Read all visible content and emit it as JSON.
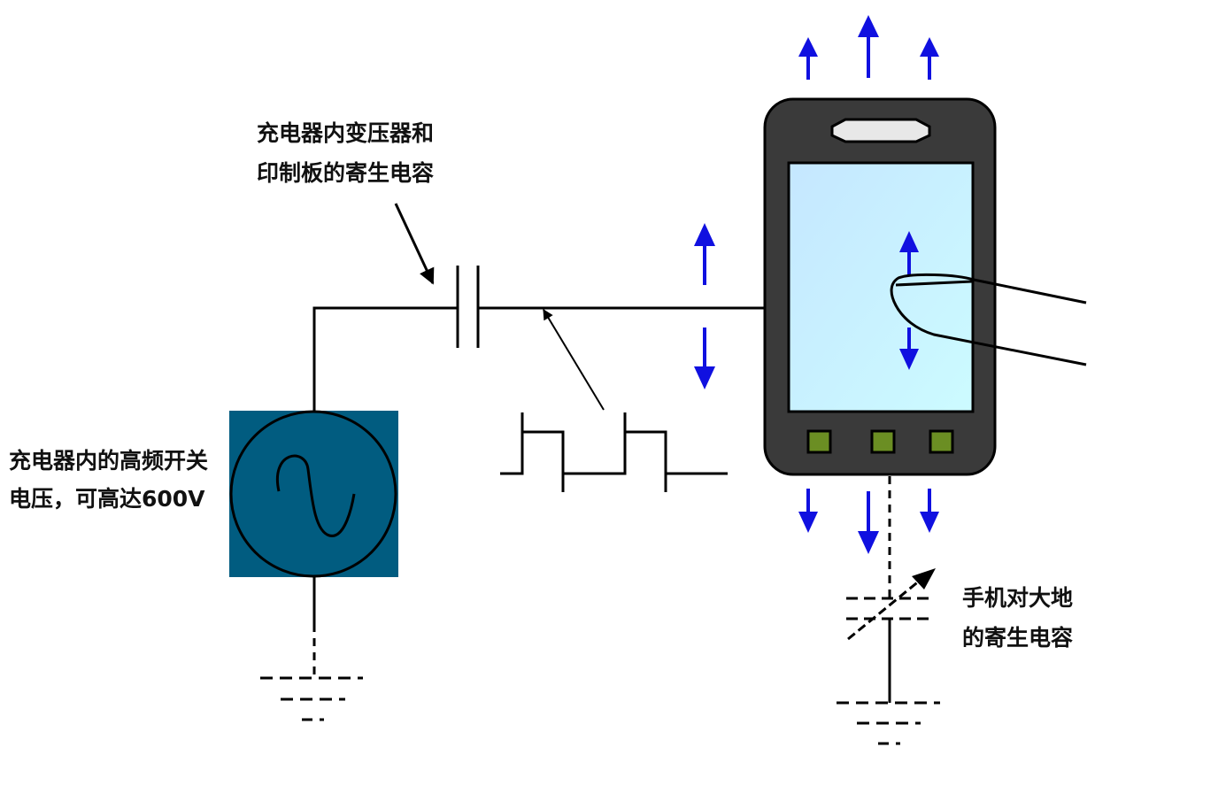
{
  "labels": {
    "transformer_capacitance": [
      "充电器内变压器和",
      "印制板的寄生电容"
    ],
    "switch_voltage": [
      "充电器内的高频开关",
      "电压，可高达600V"
    ],
    "phone_ground_capacitance": [
      "手机对大地",
      "的寄生电容"
    ]
  },
  "colors": {
    "wire": "#000000",
    "arrow": "#1010e0",
    "source_fill": "#015c80",
    "phone_body": "#3a3a3a",
    "phone_screen": "#c8f0ff",
    "phone_buttons": "#6b8e23"
  },
  "icons": {
    "source": "ac-voltage-source-icon",
    "phone": "smartphone-icon",
    "finger": "finger-icon",
    "ground": "ground-symbol-icon",
    "capacitor": "capacitor-icon",
    "variable_capacitor": "variable-capacitor-icon"
  }
}
